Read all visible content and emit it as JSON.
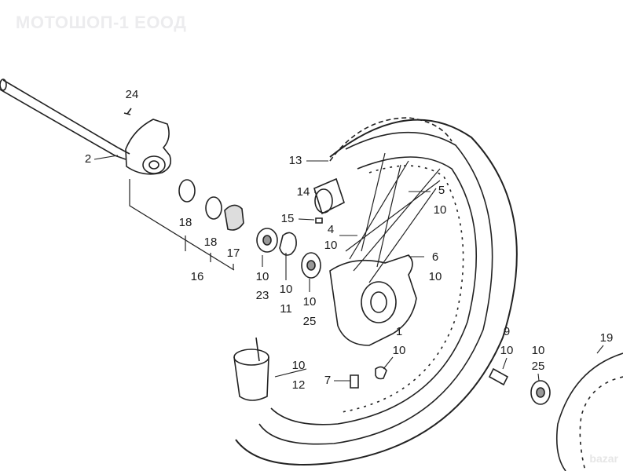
{
  "watermark": "МОТОШОП-1 ЕООД",
  "corner_watermark": "bazar",
  "callouts": {
    "c24": "24",
    "c2": "2",
    "c13": "13",
    "c14": "14",
    "c5": "5",
    "c5b": "10",
    "c15": "15",
    "c4": "4",
    "c4b": "10",
    "c18a": "18",
    "c18b": "18",
    "c17": "17",
    "c16": "16",
    "c6": "6",
    "c6b": "10",
    "c23a": "10",
    "c23b": "23",
    "c11a": "10",
    "c11b": "11",
    "c25a": "10",
    "c25b": "25",
    "c1": "1",
    "c1b": "10",
    "c9": "9",
    "c9b": "10",
    "c25ra": "10",
    "c25rb": "25",
    "c19": "19",
    "c12a": "10",
    "c12b": "12",
    "c7": "7"
  }
}
